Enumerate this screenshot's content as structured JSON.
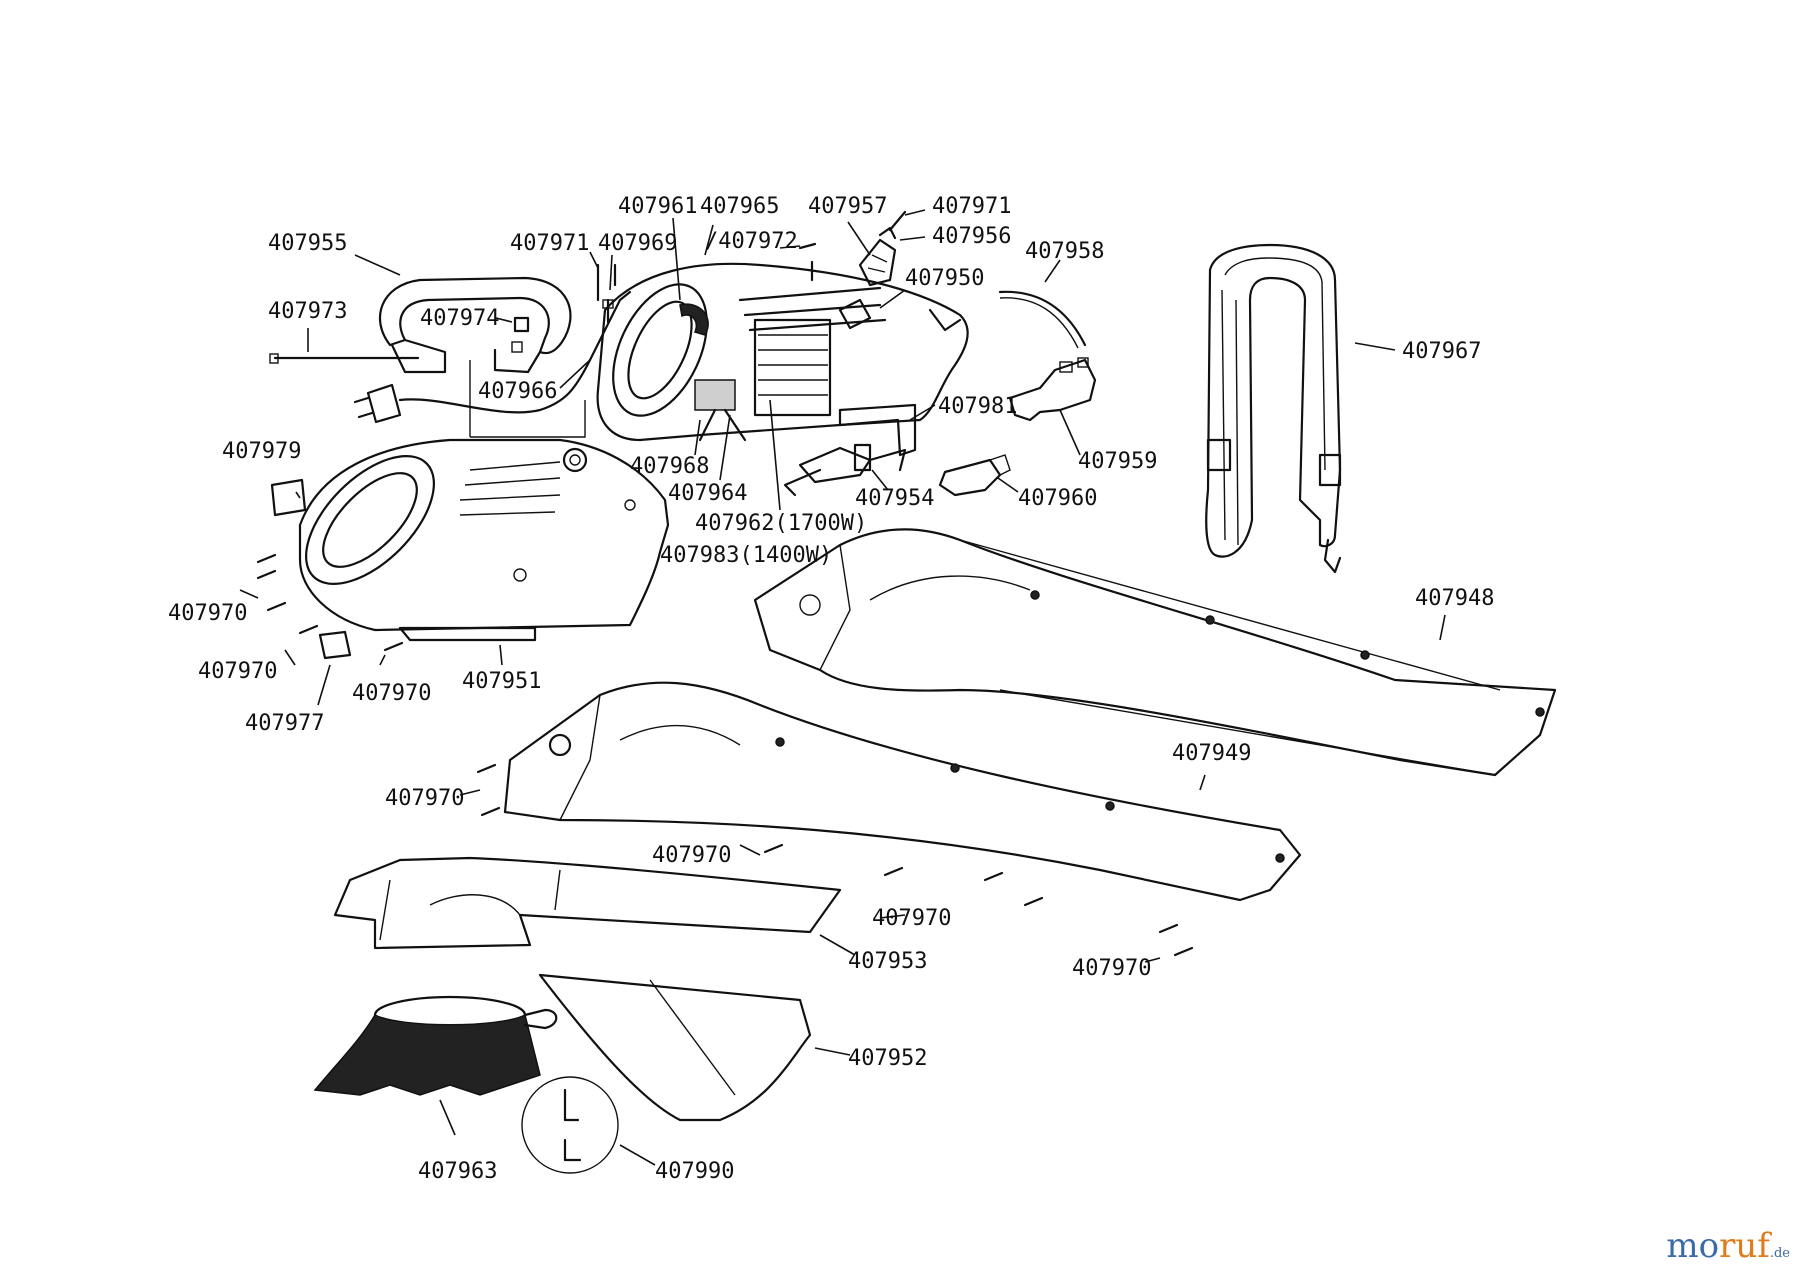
{
  "diagram": {
    "parts": [
      {
        "id": "p407955",
        "label": "407955"
      },
      {
        "id": "p407973",
        "label": "407973"
      },
      {
        "id": "p407974",
        "label": "407974"
      },
      {
        "id": "p407971a",
        "label": "407971"
      },
      {
        "id": "p407969",
        "label": "407969"
      },
      {
        "id": "p407966",
        "label": "407966"
      },
      {
        "id": "p407961",
        "label": "407961"
      },
      {
        "id": "p407965",
        "label": "407965"
      },
      {
        "id": "p407972",
        "label": "/407972"
      },
      {
        "id": "p407957",
        "label": "407957"
      },
      {
        "id": "p407971b",
        "label": "407971"
      },
      {
        "id": "p407956",
        "label": "407956"
      },
      {
        "id": "p407958",
        "label": "407958"
      },
      {
        "id": "p407950",
        "label": "407950"
      },
      {
        "id": "p407967",
        "label": "407967"
      },
      {
        "id": "p407981",
        "label": "407981"
      },
      {
        "id": "p407959",
        "label": "407959"
      },
      {
        "id": "p407960",
        "label": "407960"
      },
      {
        "id": "p407954",
        "label": "407954"
      },
      {
        "id": "p407968",
        "label": "407968"
      },
      {
        "id": "p407964",
        "label": "407964"
      },
      {
        "id": "p407962",
        "label": "407962(1700W)"
      },
      {
        "id": "p407983",
        "label": "407983(1400W)"
      },
      {
        "id": "p407979",
        "label": "407979"
      },
      {
        "id": "p407970a",
        "label": "407970"
      },
      {
        "id": "p407970b",
        "label": "407970"
      },
      {
        "id": "p407970c",
        "label": "407970"
      },
      {
        "id": "p407977",
        "label": "407977"
      },
      {
        "id": "p407951",
        "label": "407951"
      },
      {
        "id": "p407948",
        "label": "407948"
      },
      {
        "id": "p407949",
        "label": "407949"
      },
      {
        "id": "p407970d",
        "label": "407970"
      },
      {
        "id": "p407970e",
        "label": "407970"
      },
      {
        "id": "p407970f",
        "label": "407970"
      },
      {
        "id": "p407970g",
        "label": "407970"
      },
      {
        "id": "p407953",
        "label": "407953"
      },
      {
        "id": "p407952",
        "label": "407952"
      },
      {
        "id": "p407963",
        "label": "407963"
      },
      {
        "id": "p407990",
        "label": "407990"
      }
    ]
  },
  "logo": {
    "part1": "mo",
    "part2": "ruf",
    "suffix": ".de"
  }
}
